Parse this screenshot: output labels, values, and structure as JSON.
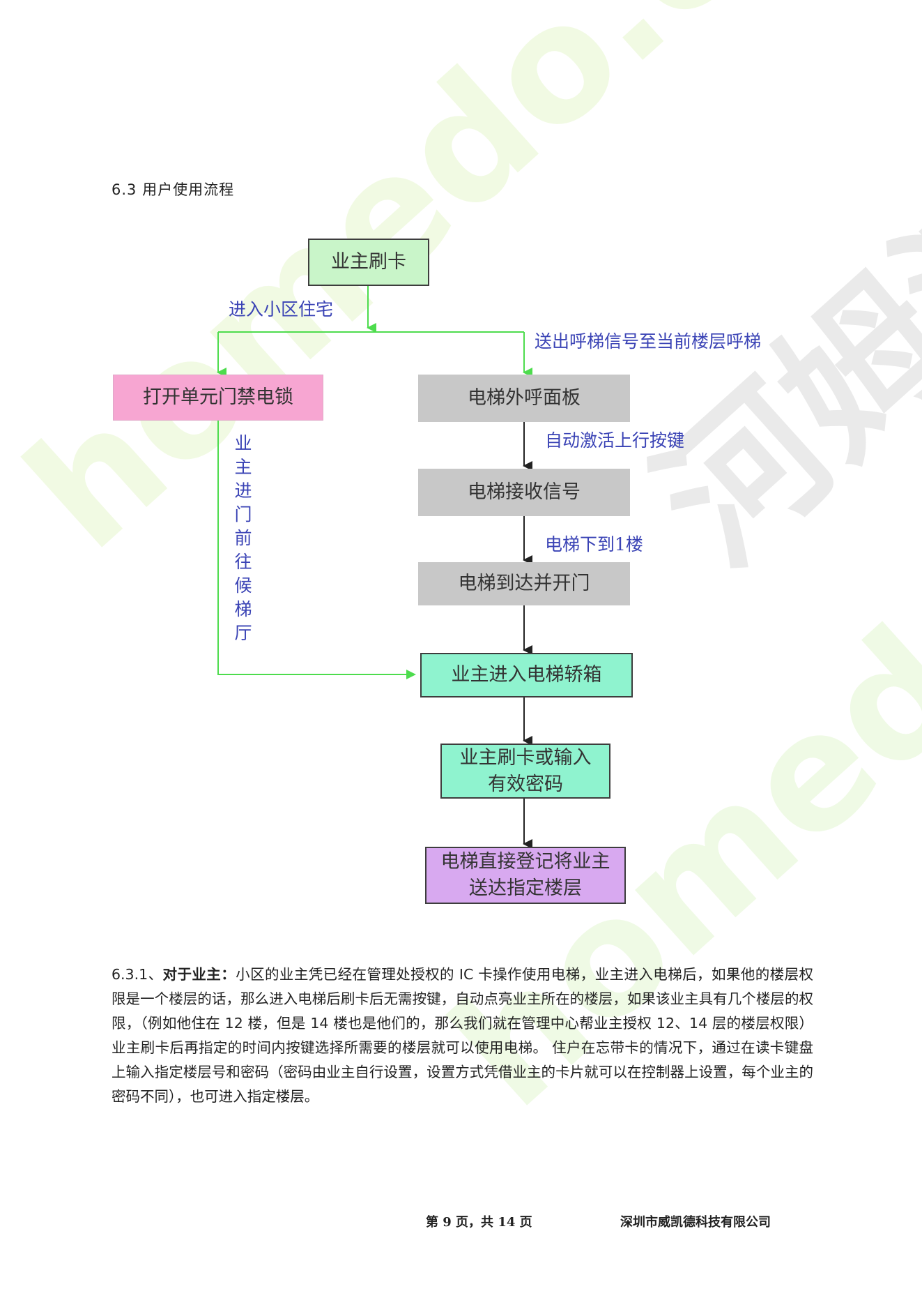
{
  "section_title": "6.3 用户使用流程",
  "flow": {
    "start": "业主刷卡",
    "left_box": "打开单元门禁电锁",
    "right_boxes": [
      "电梯外呼面板",
      "电梯接收信号",
      "电梯到达并开门"
    ],
    "enter_car": "业主进入电梯轿箱",
    "swipe_or_password": [
      "业主刷卡或输入",
      "有效密码"
    ],
    "final": [
      "电梯直接登记将业主",
      "送达指定楼层"
    ],
    "labels": {
      "enter_residence": "进入小区住宅",
      "send_call": "送出呼梯信号至当前楼层呼梯",
      "auto_activate": "自动激活上行按键",
      "elevator_down": "电梯下到1楼",
      "walk_to_hall": "业主进门前往候梯厅"
    }
  },
  "paragraph": {
    "prefix": "6.3.1、",
    "bold": "对于业主：",
    "text": "小区的业主凭已经在管理处授权的 IC 卡操作使用电梯，业主进入电梯后，如果他的楼层权限是一个楼层的话，那么进入电梯后刷卡后无需按键，自动点亮业主所在的楼层，如果该业主具有几个楼层的权限，（例如他住在 12 楼，但是 14 楼也是他们的，那么我们就在管理中心帮业主授权 12、14 层的楼层权限）业主刷卡后再指定的时间内按键选择所需要的楼层就可以使用电梯。 住户在忘带卡的情况下，通过在读卡键盘上输入指定楼层号和密码（密码由业主自行设置，设置方式凭借业主的卡片就可以在控制器上设置，每个业主的密码不同），也可进入指定楼层。"
  },
  "footer": {
    "page": "第 9 页，共 14 页",
    "company": "深圳市威凯德科技有限公司"
  },
  "watermarks": [
    "homedo.com",
    "homedo.com",
    "河姆渡"
  ],
  "colors": {
    "start_box": "#c9f5c9",
    "left_box": "#f7a6d2",
    "gray_boxes": "#c8c8c8",
    "teal_boxes": "#8ff3cf",
    "final_box": "#d8a9f0",
    "green_line": "#4ddc4d",
    "label_blue": "#3a43b5"
  }
}
